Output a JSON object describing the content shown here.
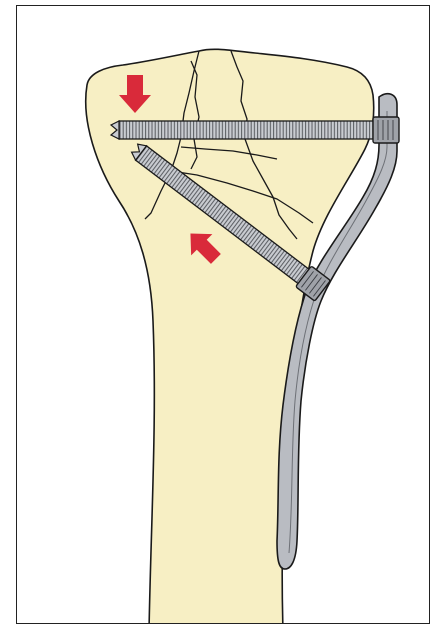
{
  "figure": {
    "caption": "",
    "elements": {
      "bone": "proximal-tibia",
      "implant_plate": "lateral-buttress-plate",
      "screws": [
        "horizontal-lag-screw",
        "oblique-lag-screw"
      ],
      "fracture_lines": 4,
      "arrows": 2
    }
  },
  "colors": {
    "bone_fill": "#f7efc4",
    "outline": "#1a1a1a",
    "screw_fill": "#c9ccd1",
    "plate_fill": "#b9bcc2",
    "arrow_fill": "#d92a3a",
    "frame_border": "#222222"
  },
  "icons": {
    "compression_arrow_down": "down-arrow-icon",
    "compression_arrow_up_left": "up-left-arrow-icon"
  }
}
